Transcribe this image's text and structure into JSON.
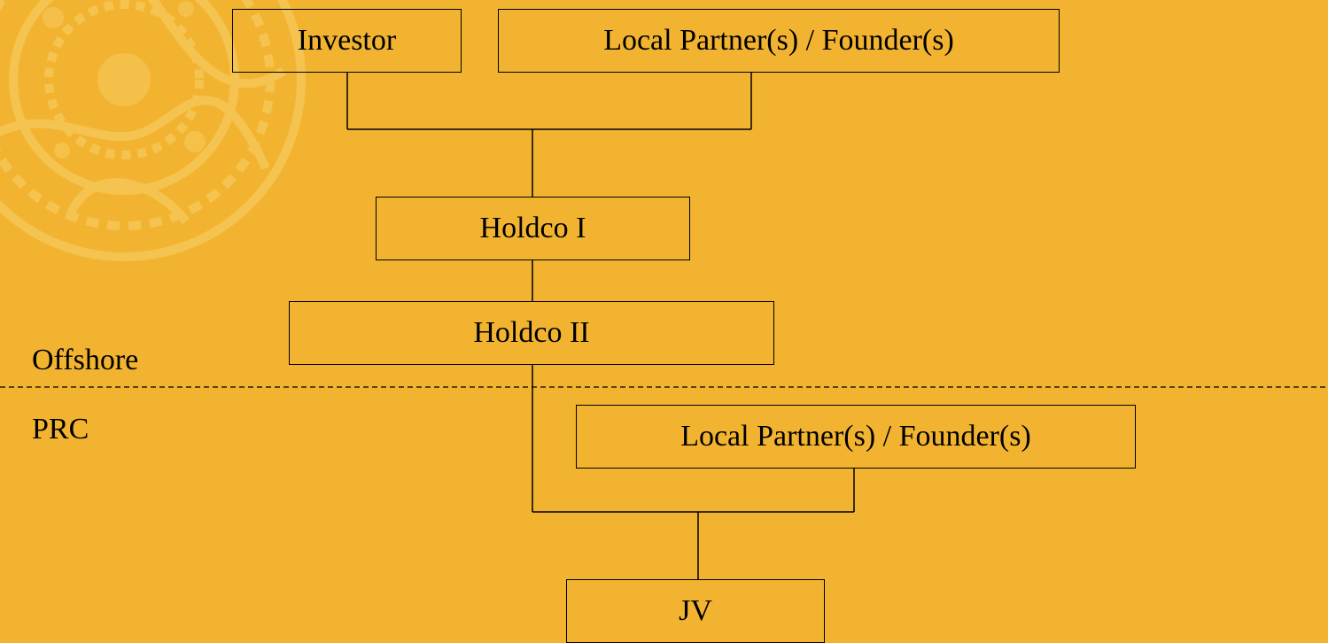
{
  "boxes": {
    "investor": "Investor",
    "local_partner_top": "Local Partner(s) / Founder(s)",
    "holdco_1": "Holdco I",
    "holdco_2": "Holdco II",
    "local_partner_bottom": "Local Partner(s) / Founder(s)",
    "jv": "JV"
  },
  "zones": {
    "offshore": "Offshore",
    "prc": "PRC"
  },
  "colors": {
    "background": "#F2B430",
    "ornament": "#F7C95A",
    "line": "#000000"
  }
}
